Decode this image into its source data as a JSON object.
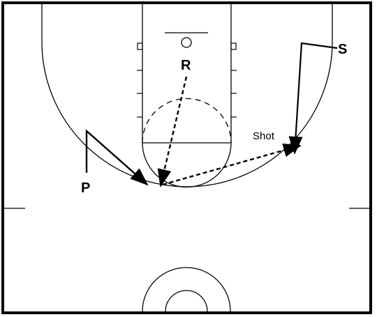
{
  "labels": {
    "player_p": "P",
    "player_r": "R",
    "player_s": "S",
    "shot": "Shot"
  },
  "colors": {
    "line": "#000000",
    "background": "#ffffff"
  }
}
